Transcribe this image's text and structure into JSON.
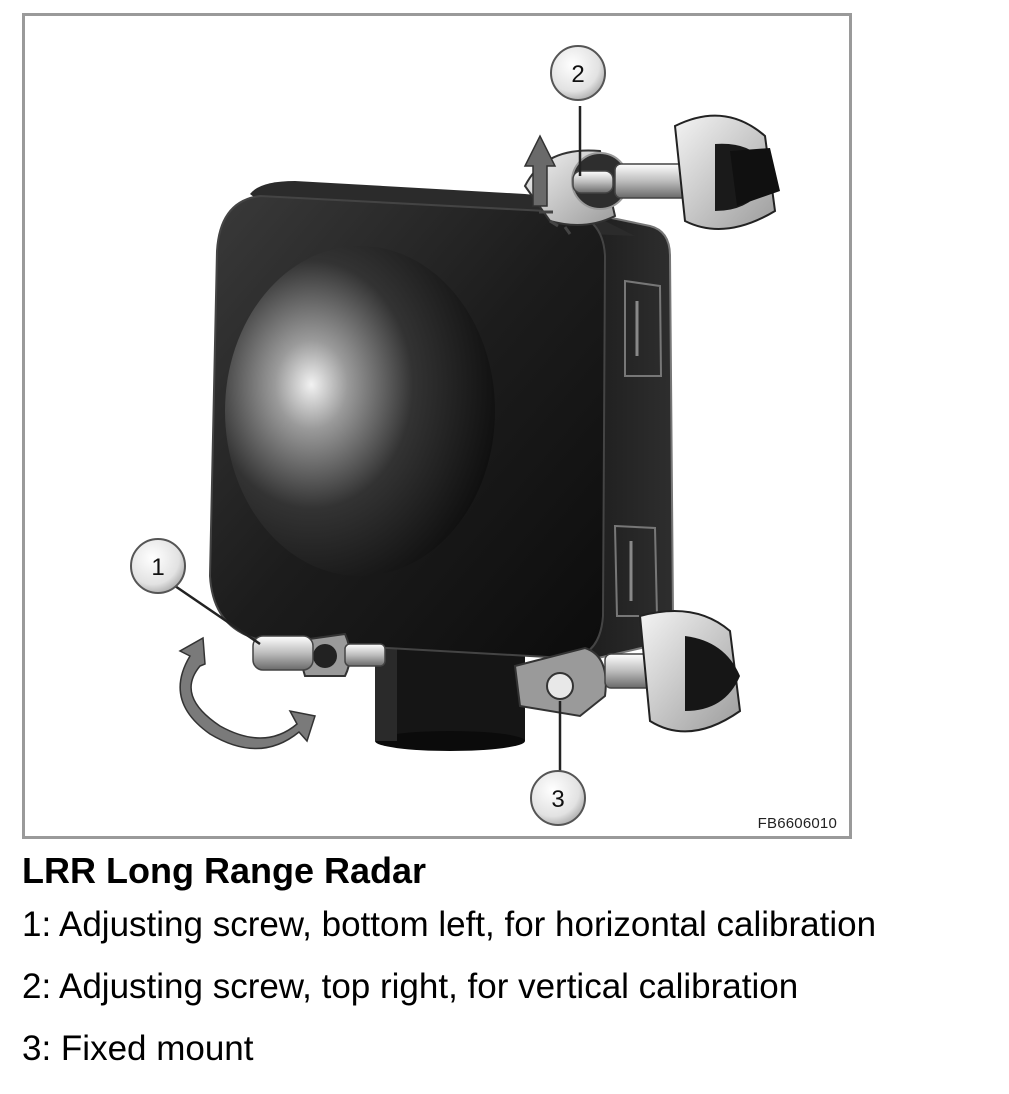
{
  "figure": {
    "code": "FB6606010",
    "callouts": [
      "1",
      "2",
      "3"
    ]
  },
  "caption": {
    "title": "LRR Long Range Radar",
    "items": [
      "1: Adjusting screw, bottom left, for horizontal calibration",
      "2: Adjusting screw, top right, for vertical calibration",
      "3: Fixed mount"
    ]
  }
}
